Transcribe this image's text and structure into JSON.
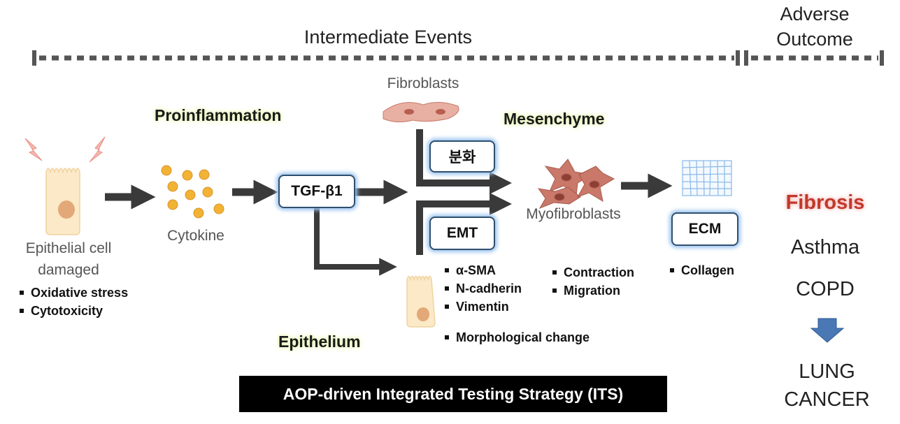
{
  "timeline": {
    "intermediate_label": "Intermediate Events",
    "adverse_label_line1": "Adverse",
    "adverse_label_line2": "Outcome"
  },
  "stages": {
    "proinflammation": "Proinflammation",
    "mesenchyme": "Mesenchyme",
    "epithelium": "Epithelium"
  },
  "cells": {
    "epithelial_line1": "Epithelial cell",
    "epithelial_line2": "damaged",
    "cytokine": "Cytokine",
    "fibroblasts": "Fibroblasts",
    "myofibroblasts": "Myofibroblasts"
  },
  "boxes": {
    "tgf": "TGF-β1",
    "differentiation": "분화",
    "emt": "EMT",
    "ecm": "ECM"
  },
  "lists": {
    "damage": [
      "Oxidative stress",
      "Cytotoxicity"
    ],
    "emt_markers": [
      "α-SMA",
      "N-cadherin",
      "Vimentin"
    ],
    "morphology": [
      "Morphological change"
    ],
    "myofibroblast_functions": [
      "Contraction",
      "Migration"
    ],
    "ecm_components": [
      "Collagen"
    ]
  },
  "outcomes": {
    "fibrosis": "Fibrosis",
    "asthma": "Asthma",
    "copd": "COPD",
    "lung_cancer_line1": "LUNG",
    "lung_cancer_line2": "CANCER"
  },
  "banner": "AOP-driven Integrated Testing Strategy (ITS)",
  "colors": {
    "box_border": "#2f4f6f",
    "box_glow": "#9ec5ef",
    "arrow": "#3a3a3a",
    "cytokine_dot": "#f2b233",
    "fibroblast": "#c9786a",
    "fibrosis_text": "#c0392b",
    "down_arrow": "#4a78b5"
  }
}
